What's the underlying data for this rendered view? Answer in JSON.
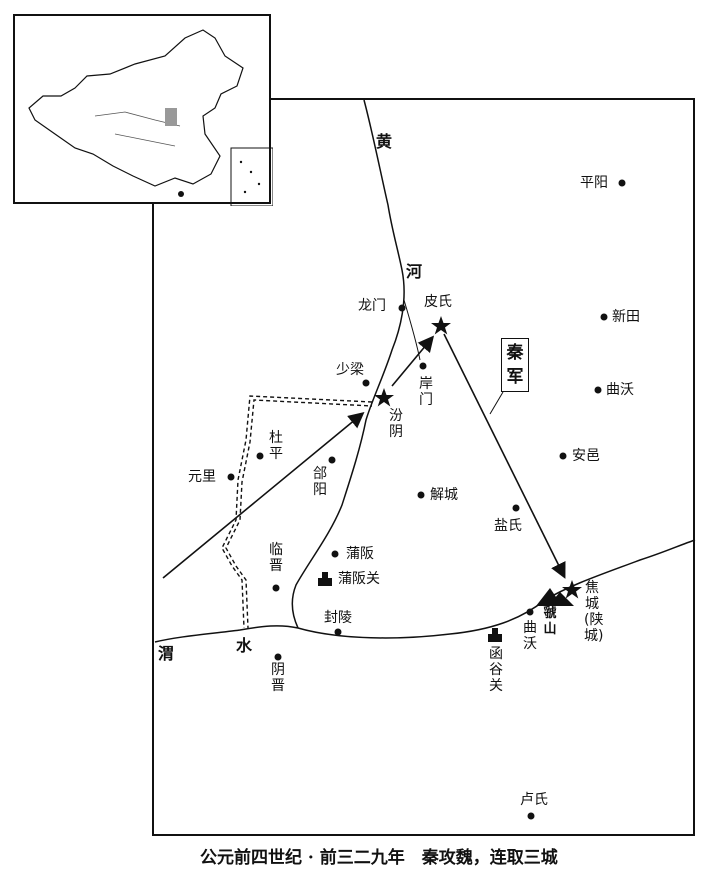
{
  "caption": "公元前四世纪 · 前三二九年　秦攻魏，连取三城",
  "army_label": "秦军",
  "rivers": {
    "huang_he": [
      "黄",
      "河"
    ],
    "wei_shui": [
      "渭",
      "水"
    ]
  },
  "places": {
    "pingyang": "平阳",
    "xintian": "新田",
    "quwo_north": "曲沃",
    "anyi": "安邑",
    "longmen": "龙门",
    "pishi": "皮氏",
    "shaoliang": "少梁",
    "fenyin": "汾阴",
    "anmen": "岸门",
    "duping": "杜平",
    "yuanli": "元里",
    "heyang": "郃阳",
    "jiecheng": "解城",
    "yanshi": "盐氏",
    "linjin": "临晋",
    "puban": "蒲阪",
    "pubanguan": "蒲阪关",
    "fengling": "封陵",
    "jiao": "焦城(陕城)",
    "guoshan": "虢山",
    "quwo_south": "曲沃",
    "hanguguan": "函谷关",
    "yinjin": "阴晋",
    "lushi": "卢氏"
  },
  "legend_marks": {
    "battle": "star",
    "city": "dot",
    "pass": "fortress-icon",
    "wall": "crenellated-line"
  }
}
